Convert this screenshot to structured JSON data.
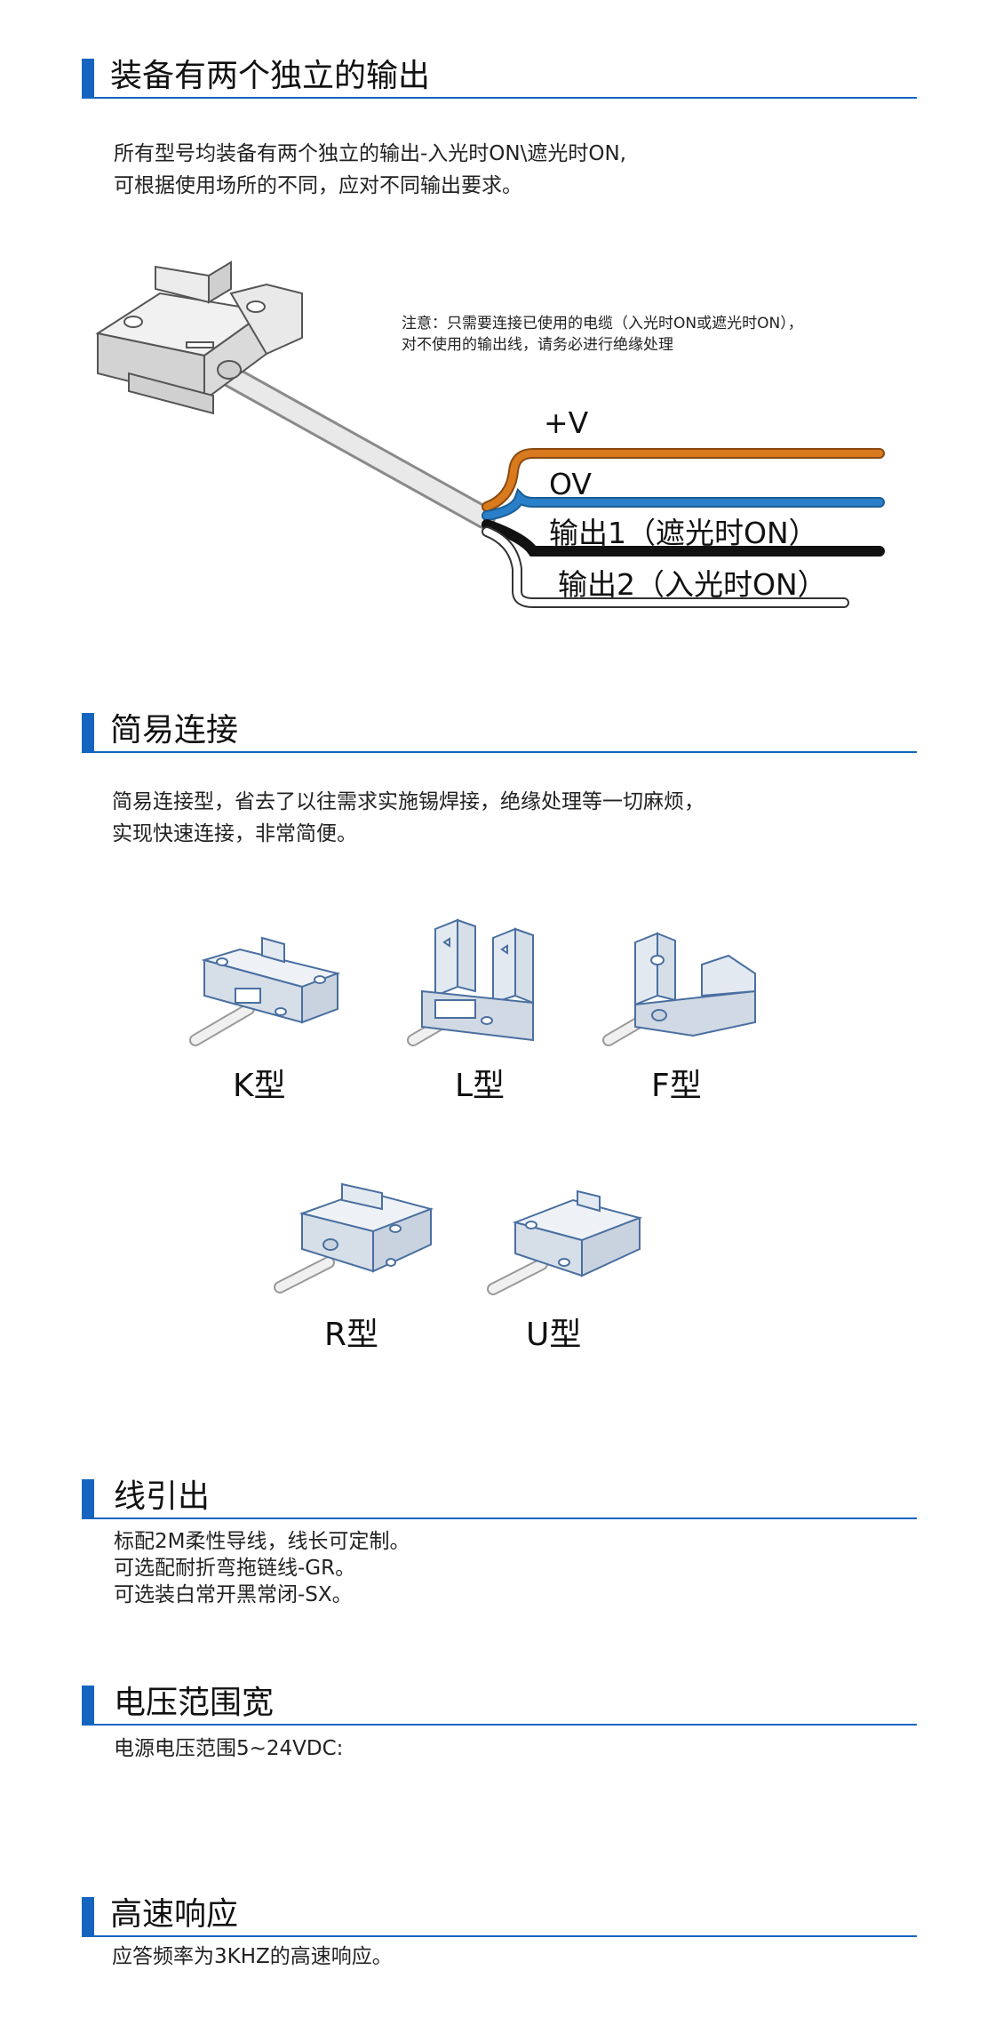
{
  "sections": {
    "outputs": {
      "title": "装备有两个独立的输出",
      "lines": [
        "所有型号均装备有两个独立的输出-入光时ON\\遮光时ON,",
        "可根据使用场所的不同，应对不同输出要求。"
      ],
      "note": [
        "注意：只需要连接已使用的电缆（入光时ON或遮光时ON），",
        "对不使用的输出线，请务必进行绝缘处理"
      ],
      "wires": [
        "+V",
        "OV",
        "输出1（遮光时ON）",
        "输出2（入光时ON）"
      ]
    },
    "connect": {
      "title": "简易连接",
      "lines": [
        "简易连接型，省去了以往需求实施锡焊接，绝缘处理等一切麻烦，",
        "实现快速连接，非常简便。"
      ],
      "models": [
        "K型",
        "L型",
        "F型",
        "R型",
        "U型"
      ]
    },
    "lead": {
      "title": "线引出",
      "lines": [
        "标配2M柔性导线，线长可定制。",
        "可选配耐折弯拖链线-GR。",
        "可选装白常开黑常闭-SX。"
      ]
    },
    "voltage": {
      "title": "电压范围宽",
      "lines": [
        "电源电压范围5~24VDC:"
      ]
    },
    "speed": {
      "title": "高速响应",
      "lines": [
        "应答频率为3KHZ的高速响应。"
      ]
    }
  },
  "colors": {
    "accent": "#1565c0",
    "wire_plus": "#d97a1f",
    "wire_0v": "#2a80c8",
    "wire_out1": "#111111",
    "wire_out2": "#ffffff"
  },
  "icons": [
    "sensor-k-icon",
    "sensor-l-icon",
    "sensor-f-icon",
    "sensor-r-icon",
    "sensor-u-icon"
  ]
}
